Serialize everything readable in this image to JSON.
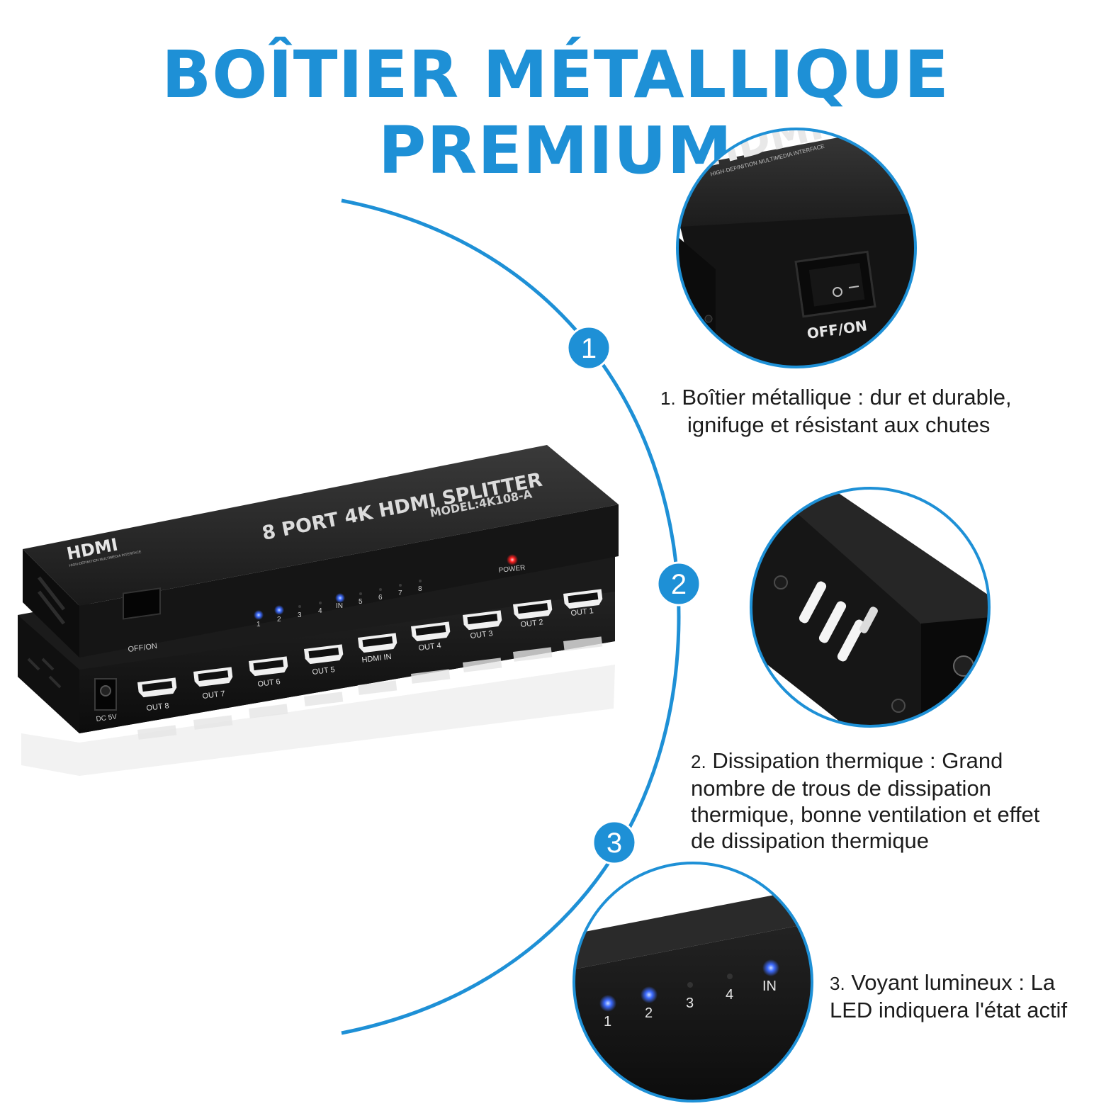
{
  "page": {
    "title": "BOÎTIER MÉTALLIQUE PREMIUM",
    "accent_color": "#1e90d6"
  },
  "markers": [
    {
      "label": "1"
    },
    {
      "label": "2"
    },
    {
      "label": "3"
    }
  ],
  "device": {
    "logo": "HDMI",
    "logo_tagline": "HIGH-DEFINITION MULTIMEDIA INTERFACE",
    "product_name": "8 PORT 4K HDMI SPLITTER",
    "model": "MODEL:4K108-A",
    "power_label": "POWER",
    "switch_label": "OFF/ON",
    "dc_label": "DC 5V",
    "led_labels": [
      "1",
      "2",
      "3",
      "4",
      "IN",
      "5",
      "6",
      "7",
      "8"
    ],
    "port_labels": [
      "OUT 8",
      "OUT 7",
      "OUT 6",
      "OUT 5",
      "HDMI IN",
      "OUT 4",
      "OUT 3",
      "OUT 2",
      "OUT 1"
    ]
  },
  "zoom_1": {
    "logo": "HDMI",
    "logo_tagline": "HIGH-DEFINITION MULTIMEDIA INTERFACE",
    "switch_label": "OFF/ON"
  },
  "zoom_3": {
    "led_labels": [
      "1",
      "2",
      "3",
      "4",
      "IN"
    ]
  },
  "features": [
    {
      "number": "1.",
      "lines": [
        "Boîtier métallique : dur et durable,",
        "ignifuge et résistant aux chutes"
      ]
    },
    {
      "number": "2.",
      "lines": [
        "Dissipation thermique : Grand",
        "nombre de trous de dissipation",
        "thermique, bonne ventilation et effet",
        "de dissipation thermique"
      ]
    },
    {
      "number": "3.",
      "lines": [
        "Voyant lumineux : La",
        "LED indiquera l'état actif"
      ]
    }
  ]
}
